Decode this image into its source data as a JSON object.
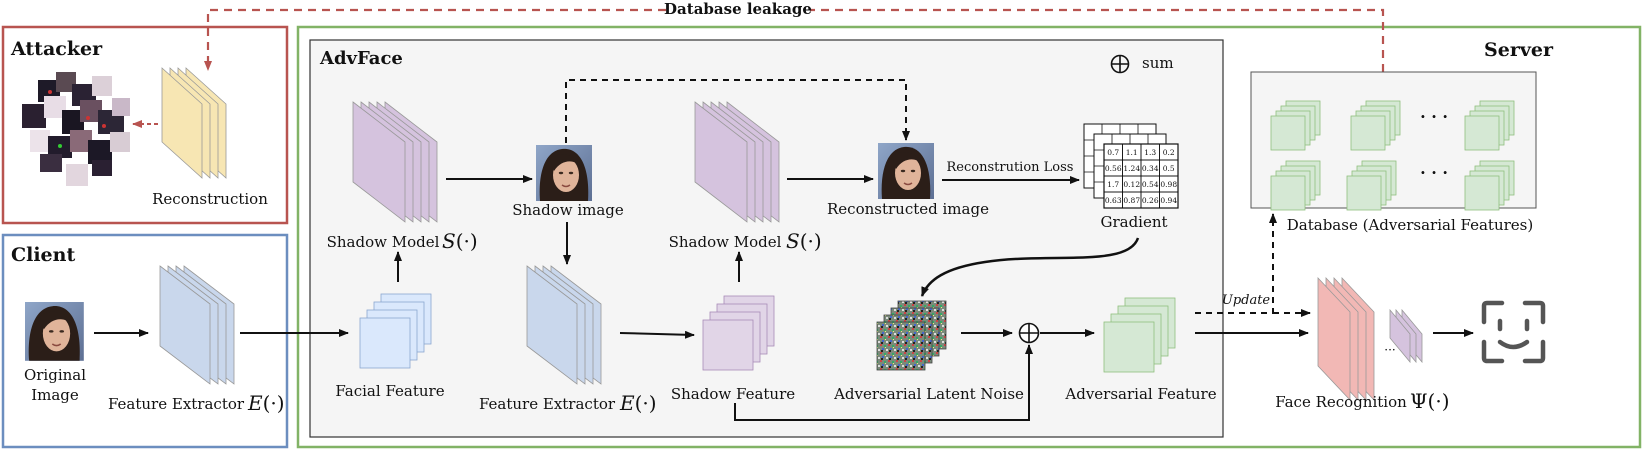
{
  "labels": {
    "database_leakage": "Database leakage",
    "attacker": "Attacker",
    "reconstruction": "Reconstruction",
    "client": "Client",
    "original_image": [
      "Original",
      "Image"
    ],
    "feature_extractor_client": "Feature Extractor",
    "advface": "AdvFace",
    "sum": "sum",
    "shadow_model_left": "Shadow Model",
    "shadow_image": "Shadow image",
    "facial_feature": "Facial Feature",
    "feature_extractor_inner": "Feature Extractor",
    "shadow_model_right": "Shadow Model",
    "shadow_feature": "Shadow Feature",
    "reconstructed_image": "Reconstructed image",
    "reconstruction_loss": "Reconstrution Loss",
    "gradient": "Gradient",
    "adversarial_latent_noise": "Adversarial Latent Noise",
    "adversarial_feature": "Adversarial Feature",
    "server": "Server",
    "database": "Database (Adversarial Features)",
    "database_dots": "· · ·",
    "update": "Update",
    "face_recognition": "Face Recognition",
    "small_dots": "···"
  },
  "math": {
    "E": "E",
    "S": "S",
    "Psi": "Ψ",
    "arg": "(·)"
  },
  "gradient_values": [
    [
      "0.7",
      "1.1",
      "1.3",
      "0.2"
    ],
    [
      "0.56",
      "1.24",
      "0.34",
      "0.5"
    ],
    [
      "1.7",
      "0.12",
      "0.54",
      "0.98"
    ],
    [
      "0.63",
      "0.87",
      "0.26",
      "0.94"
    ]
  ],
  "colors": {
    "attacker_border": "#b85450",
    "client_border": "#6c8ebf",
    "server_border": "#82b366",
    "advface_fill": "#f5f5f5",
    "shadow_model": "#d5c3de",
    "feature_extractor": "#c9d7ec",
    "reconstruction": "#f7e6b3",
    "adversarial": "#d5e8d4",
    "face_recognition": "#f2b8b5",
    "leak_line": "#b85450"
  }
}
